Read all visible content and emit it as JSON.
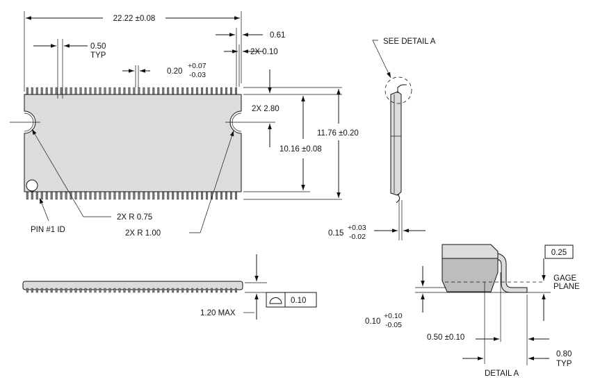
{
  "top_view": {
    "overall_length": "22.22 ±0.08",
    "pin_pitch": "0.50",
    "pin_pitch_typ": "TYP",
    "lead_width": "0.20",
    "lead_width_tol_plus": "+0.07",
    "lead_width_tol_minus": "-0.03",
    "end_offset": "0.61",
    "end_clearance": "2X  0.10",
    "notch_offset": "2X  2.80",
    "body_width": "10.16 ±0.08",
    "overall_width": "11.76 ±0.20",
    "pin1_label": "PIN #1 ID",
    "radius_small": "2X  R 0.75",
    "radius_large": "2X  R 1.00"
  },
  "side_view": {
    "detail_callout": "SEE DETAIL A",
    "lead_thickness": "0.15",
    "lead_thickness_tol_plus": "+0.03",
    "lead_thickness_tol_minus": "-0.02"
  },
  "front_view": {
    "max_height": "1.20 MAX",
    "flatness": "0.10"
  },
  "detail_a": {
    "gage_value": "0.25",
    "gage_label_1": "GAGE",
    "gage_label_2": "PLANE",
    "standoff": "0.10",
    "standoff_tol_plus": "+0.10",
    "standoff_tol_minus": "-0.05",
    "foot_length": "0.50 ±0.10",
    "foot_span": "0.80",
    "foot_span_typ": "TYP",
    "title": "DETAIL A"
  }
}
